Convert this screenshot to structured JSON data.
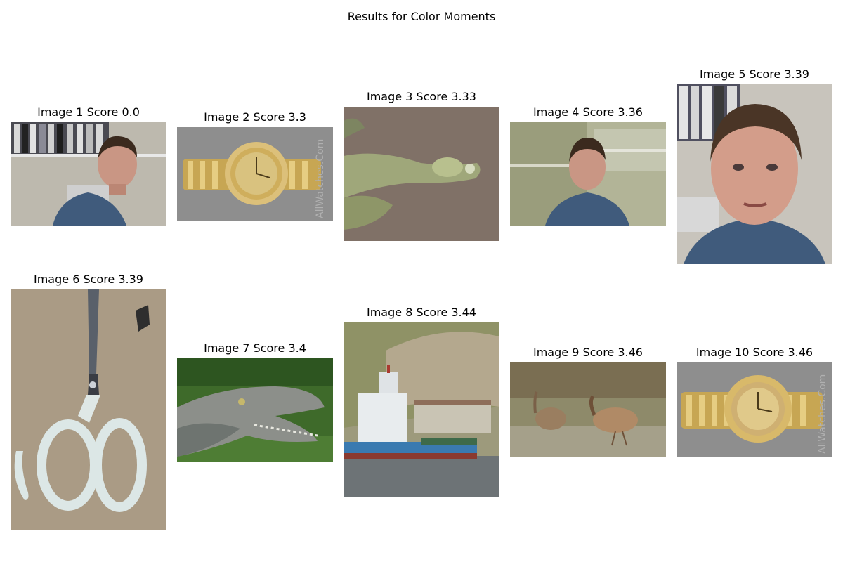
{
  "figure": {
    "title": "Results for Color Moments"
  },
  "results": [
    {
      "caption": "Image 1 Score 0.0",
      "content": "man-in-office-photo",
      "score": 0.0
    },
    {
      "caption": "Image 2 Score 3.3",
      "content": "gold-wristwatch-photo",
      "score": 3.3,
      "watermark": "AllWatches.Com"
    },
    {
      "caption": "Image 3 Score 3.33",
      "content": "crocodile-head-on-gravel-photo",
      "score": 3.33
    },
    {
      "caption": "Image 4 Score 3.36",
      "content": "man-in-office-photo",
      "score": 3.36
    },
    {
      "caption": "Image 5 Score 3.39",
      "content": "man-face-closeup-photo",
      "score": 3.39
    },
    {
      "caption": "Image 6 Score 3.39",
      "content": "scissors-on-burlap-photo",
      "score": 3.39
    },
    {
      "caption": "Image 7 Score 3.4",
      "content": "crocodile-in-grass-photo",
      "score": 3.4
    },
    {
      "caption": "Image 8 Score 3.44",
      "content": "ship-in-harbor-photo",
      "score": 3.44
    },
    {
      "caption": "Image 9 Score 3.46",
      "content": "emus-in-field-photo",
      "score": 3.46
    },
    {
      "caption": "Image 10 Score 3.46",
      "content": "gold-wristwatch-photo",
      "score": 3.46,
      "watermark": "AllWatches.Com"
    }
  ]
}
